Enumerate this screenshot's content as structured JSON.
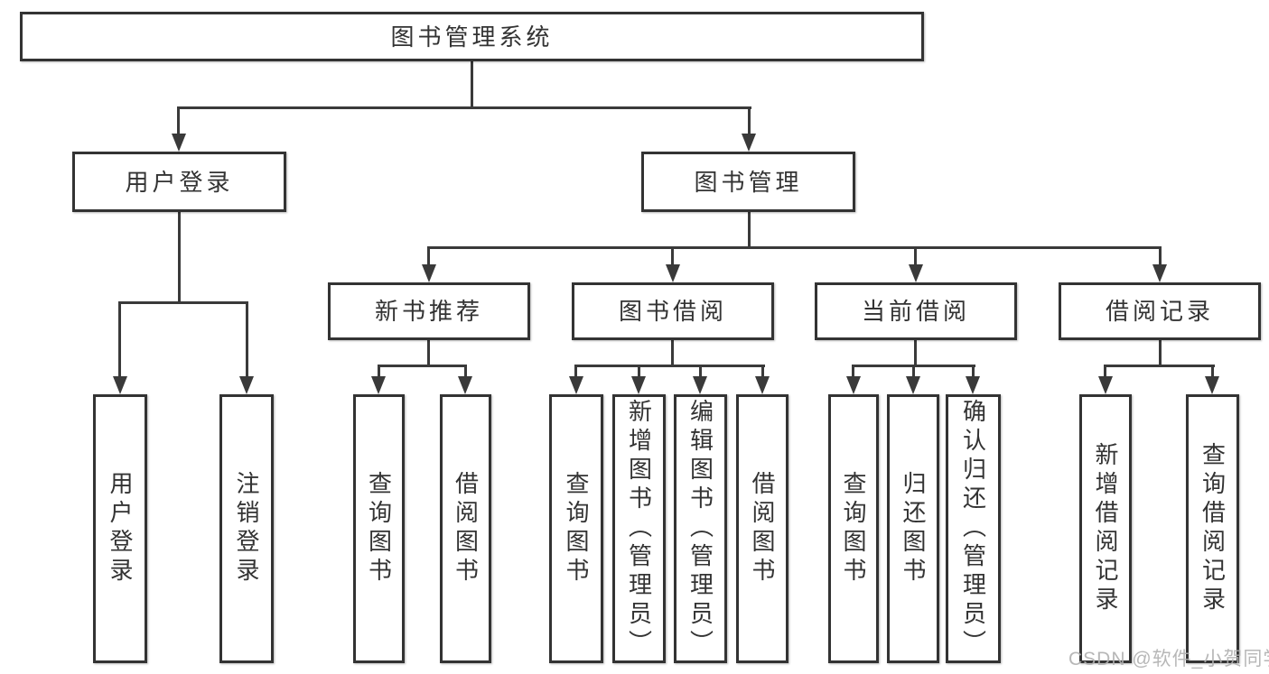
{
  "tree": {
    "root": {
      "label": "图书管理系统"
    },
    "branches": [
      {
        "label": "用户登录",
        "children": [
          "用户登录",
          "注销登录"
        ]
      },
      {
        "label": "图书管理",
        "sections": [
          {
            "label": "新书推荐",
            "children": [
              "查询图书",
              "借阅图书"
            ]
          },
          {
            "label": "图书借阅",
            "children": [
              "查询图书",
              "新增图书（管理员）",
              "编辑图书（管理员）",
              "借阅图书"
            ]
          },
          {
            "label": "当前借阅",
            "children": [
              "查询图书",
              "归还图书",
              "确认归还（管理员）"
            ]
          },
          {
            "label": "借阅记录",
            "children": [
              "新增借阅记录",
              "查询借阅记录"
            ]
          }
        ]
      }
    ]
  },
  "watermark": {
    "text": "CSDN @软件_小贺同学"
  },
  "colors": {
    "line": "#3a3a3a",
    "box_border": "#333333",
    "text": "#333333",
    "background": "#ffffff",
    "watermark": "#b0b0b0"
  }
}
